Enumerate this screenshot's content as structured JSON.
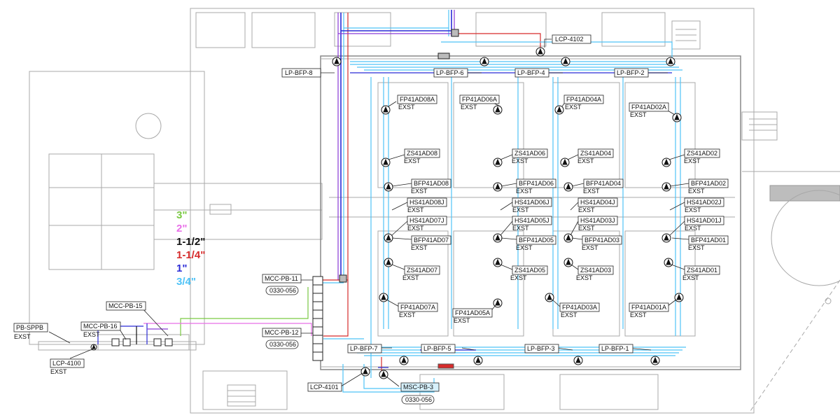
{
  "legend": [
    {
      "label": "3\"",
      "color": "#7ac943"
    },
    {
      "label": "2\"",
      "color": "#e86fe8"
    },
    {
      "label": "1-1/2\"",
      "color": "#111111"
    },
    {
      "label": "1-1/4\"",
      "color": "#d62b2b"
    },
    {
      "label": "1\"",
      "color": "#2b2bd6"
    },
    {
      "label": "3/4\"",
      "color": "#4fc3f7"
    }
  ],
  "panels": {
    "lcp_4102": "LCP-4102",
    "lp_bfp_8": "LP-BFP-8",
    "lp_bfp_6": "LP-BFP-6",
    "lp_bfp_4": "LP-BFP-4",
    "lp_bfp_2": "LP-BFP-2",
    "lp_bfp_7": "LP-BFP-7",
    "lp_bfp_5": "LP-BFP-5",
    "lp_bfp_3": "LP-BFP-3",
    "lp_bfp_1": "LP-BFP-1",
    "mcc_pb_11": "MCC-PB-11",
    "mcc_pb_11_ref": "0330-056",
    "mcc_pb_12": "MCC-PB-12",
    "mcc_pb_12_ref": "0330-056",
    "mcc_pb_15": "MCC-PB-15",
    "mcc_pb_16": "MCC-PB-16",
    "mcc_pb_16_exst": "EXST",
    "pb_sppb": "PB-SPPB",
    "pb_sppb_exst": "EXST",
    "lcp_4100": "LCP-4100",
    "lcp_4100_exst": "EXST",
    "lcp_4101": "LCP-4101",
    "msc_pb_3": "MSC-PB-3",
    "msc_pb_3_ref": "0330-056"
  },
  "devices": {
    "fp41ad08a": "FP41AD08A",
    "fp41ad06a": "FP41AD06A",
    "fp41ad04a": "FP41AD04A",
    "fp41ad02a": "FP41AD02A",
    "zs41ad08": "ZS41AD08",
    "zs41ad06": "ZS41AD06",
    "zs41ad04": "ZS41AD04",
    "zs41ad02": "ZS41AD02",
    "bfp41ad08": "BFP41AD08",
    "bfp41ad06": "BFP41AD06",
    "bfp41ad04": "BFP41AD04",
    "bfp41ad02": "BFP41AD02",
    "hs41ad08j": "HS41AD08J",
    "hs41ad06j": "HS41AD06J",
    "hs41ad04j": "HS41AD04J",
    "hs41ad02j": "HS41AD02J",
    "hs41ad07j": "HS41AD07J",
    "hs41ad05j": "HS41AD05J",
    "hs41ad03j": "HS41AD03J",
    "hs41ad01j": "HS41AD01J",
    "bfp41ad07": "BFP41AD07",
    "bfp41ad05": "BFP41AD05",
    "bfp41ad03": "BFP41AD03",
    "bfp41ad01": "BFP41AD01",
    "zs41ad07": "ZS41AD07",
    "zs41ad05": "ZS41AD05",
    "zs41ad03": "ZS41AD03",
    "zs41ad01": "ZS41AD01",
    "fp41ad07a": "FP41AD07A",
    "fp41ad05a": "FP41AD05A",
    "fp41ad03a": "FP41AD03A",
    "fp41ad01a": "FP41AD01A",
    "exst": "EXST"
  },
  "colors": {
    "wall": "#9a9a9a",
    "wall_light": "#c8c8c8",
    "conduit_cyan": "#4fc3f7",
    "conduit_blue": "#2b2bd6",
    "conduit_purple": "#8a3ad6",
    "conduit_red": "#d62b2b",
    "conduit_green": "#7ac943",
    "conduit_magenta": "#e86fe8"
  }
}
